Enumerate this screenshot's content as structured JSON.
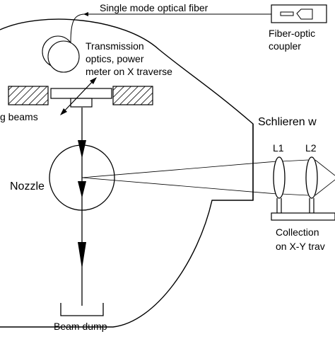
{
  "labels": {
    "fiber": "Single mode optical fiber",
    "coupler_line1": "Fiber-optic",
    "coupler_line2": "coupler",
    "transmission_line1": "Transmission",
    "transmission_line2": "optics, power",
    "transmission_line3": "meter on X traverse",
    "beams": "g beams",
    "schlieren": "Schlieren w",
    "lens1": "L1",
    "lens2": "L2",
    "nozzle": "Nozzle",
    "collection_line1": "Collection",
    "collection_line2": "on X-Y trav",
    "beam_dump": "Beam dump"
  }
}
